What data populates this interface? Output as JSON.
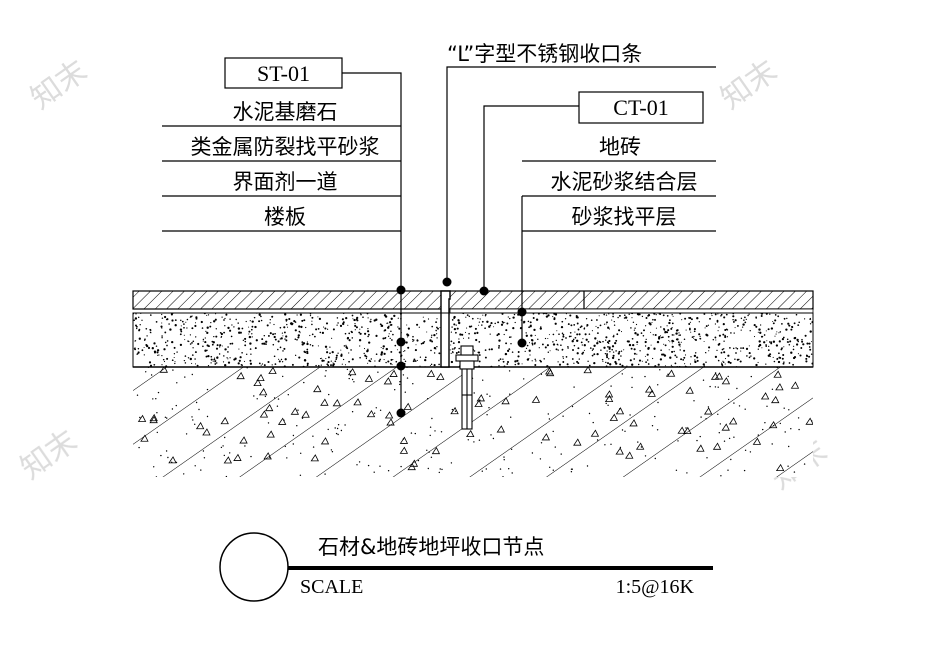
{
  "watermark": "知末",
  "labels_left": {
    "tag": "ST-01",
    "items": [
      "水泥基磨石",
      "类金属防裂找平砂浆",
      "界面剂一道",
      "楼板"
    ]
  },
  "label_center": {
    "text": "“L”字型不锈钢收口条"
  },
  "labels_right": {
    "tag": "CT-01",
    "items": [
      "地砖",
      "水泥砂浆结合层",
      "砂浆找平层"
    ]
  },
  "title_block": {
    "title": "石材&地砖地坪收口节点",
    "scale_label": "SCALE",
    "scale_value": "1:5@16K"
  }
}
